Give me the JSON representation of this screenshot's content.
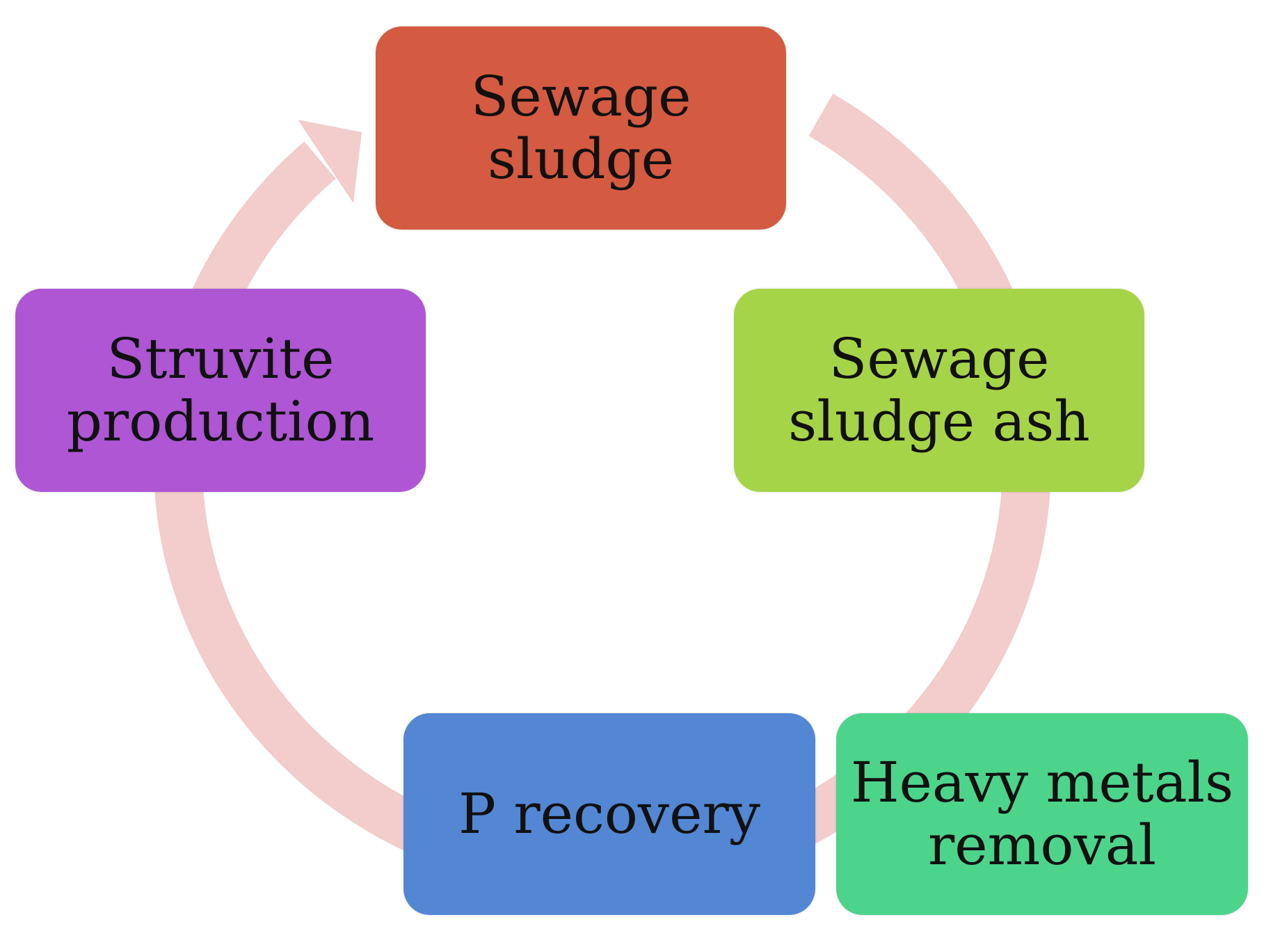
{
  "diagram": {
    "nodes": [
      {
        "id": "sewage-sludge",
        "label": "Sewage\nsludge",
        "color": "#d45a41"
      },
      {
        "id": "sewage-sludge-ash",
        "label": "Sewage\nsludge ash",
        "color": "#a6d448"
      },
      {
        "id": "heavy-metals-removal",
        "label": "Heavy metals\nremoval",
        "color": "#4dd48b"
      },
      {
        "id": "p-recovery",
        "label": "P recovery",
        "color": "#5387d4"
      },
      {
        "id": "struvite-production",
        "label": "Struvite\nproduction",
        "color": "#ae56d4"
      }
    ],
    "cycle_order": [
      "sewage-sludge",
      "sewage-sludge-ash",
      "heavy-metals-removal",
      "p-recovery",
      "struvite-production"
    ],
    "arrow_color": "#f2cdcb"
  }
}
